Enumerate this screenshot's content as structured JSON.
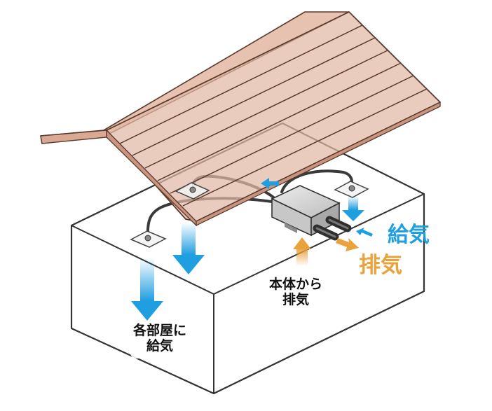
{
  "labels": {
    "supply": "給気",
    "exhaust": "排気",
    "unit_exhaust": [
      "本体から",
      "排気"
    ],
    "room_supply": [
      "各部屋に",
      "給気"
    ]
  },
  "colors": {
    "roof_fill": "#e2b9a6",
    "roof_edge": "#5a3a2c",
    "house_fill": "#ffffff",
    "house_edge": "#333333",
    "supply_blue": "#1f9ee0",
    "exhaust_orange": "#e9a23c",
    "duct": "#3a3a3a",
    "unit_fill": "#d2d2d2"
  }
}
